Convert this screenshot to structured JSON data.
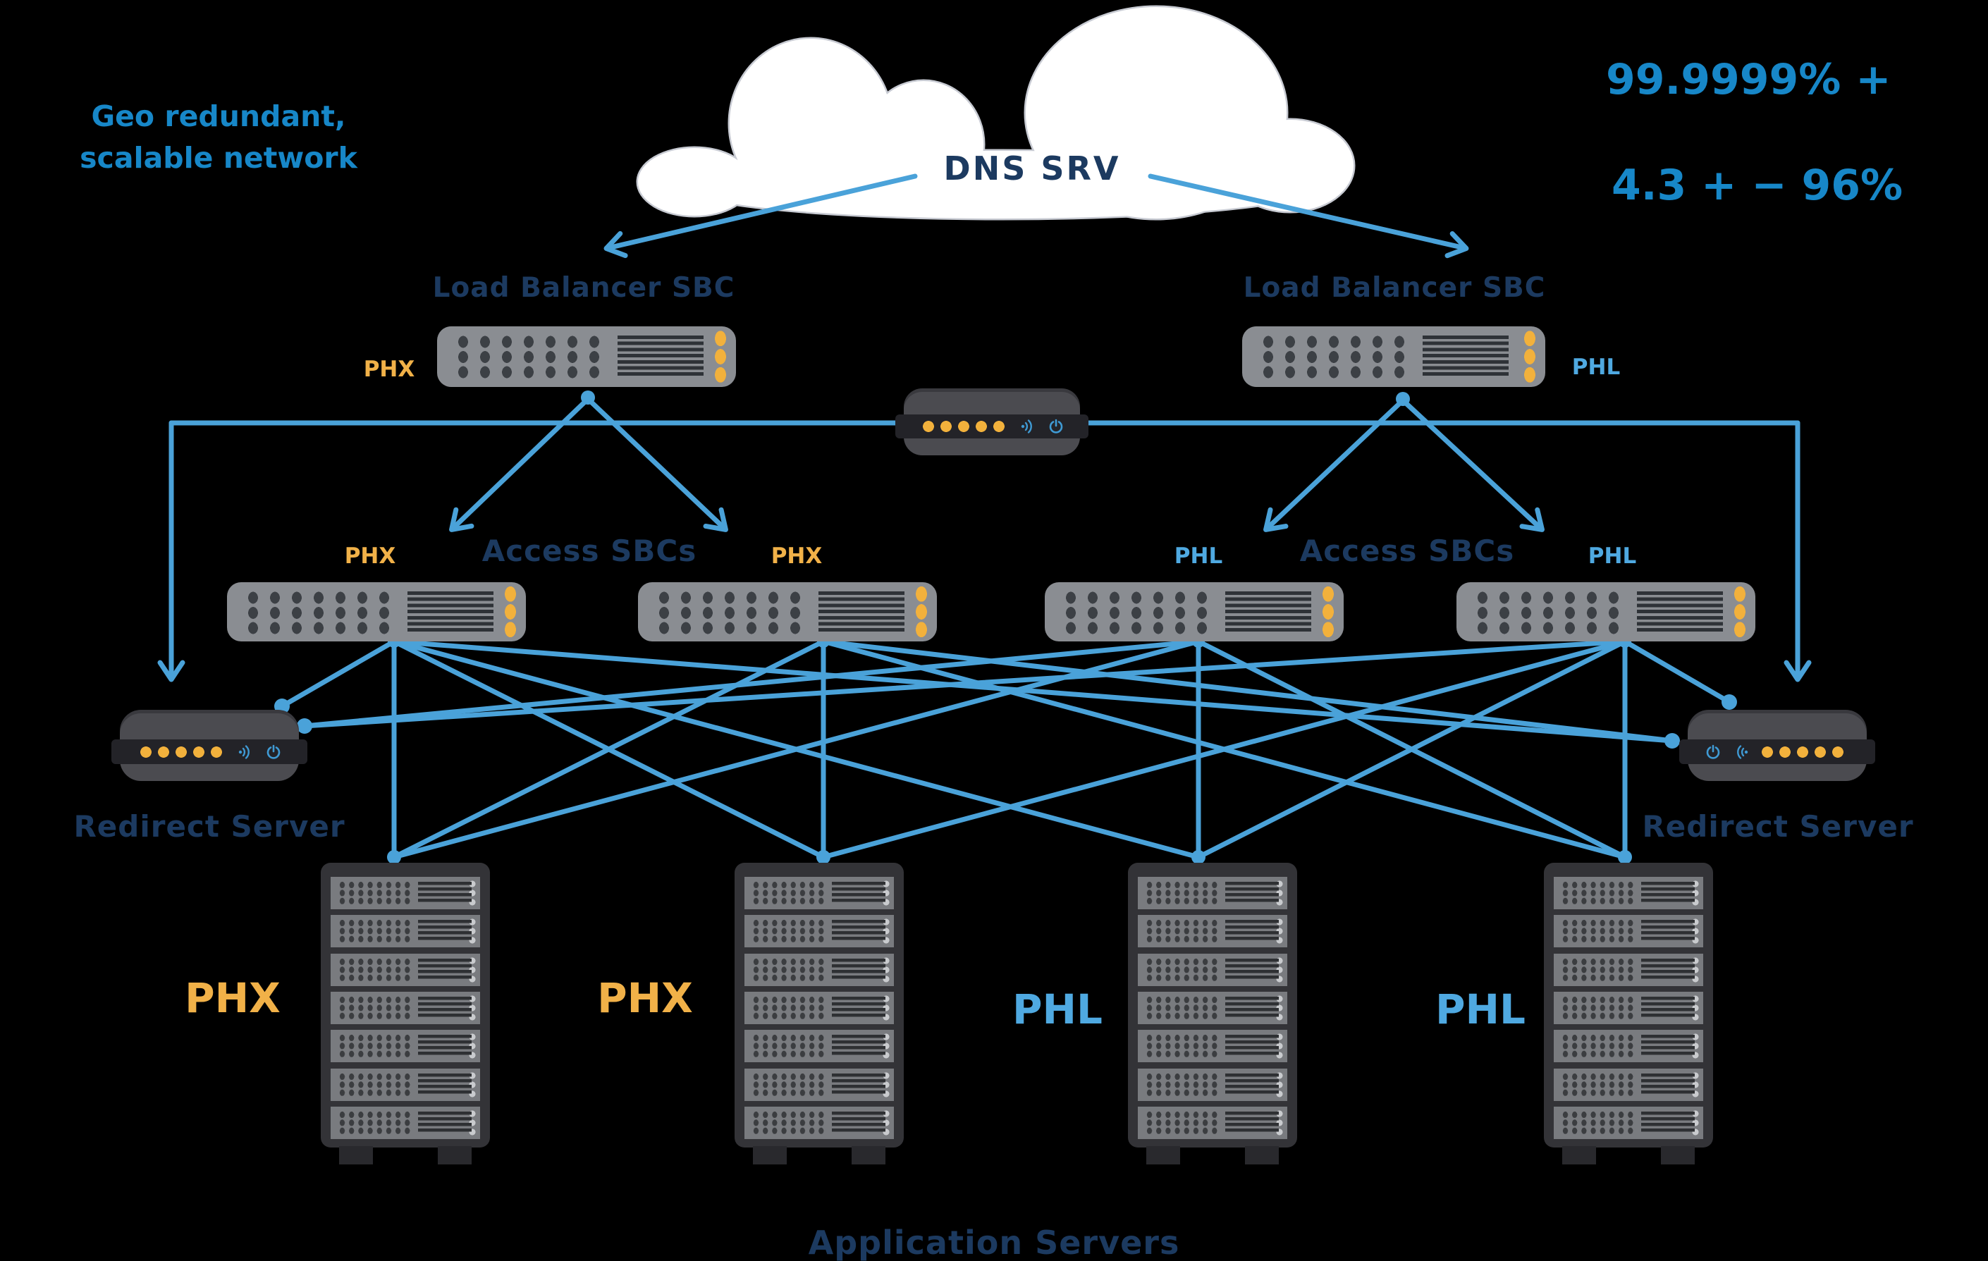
{
  "colors": {
    "background": "#000000",
    "line_blue": "#4AA2D9",
    "headline_blue": "#1787C8",
    "navy": "#1C3A60",
    "phx_orange": "#F1B148",
    "phl_blue": "#4FA9E1",
    "device_gray": "#8A8D92",
    "led_orange": "#F2B13C"
  },
  "tagline": {
    "line1": "Geo redundant,",
    "line2": "scalable network"
  },
  "cloud": {
    "label": "DNS SRV"
  },
  "stats": {
    "uptime": "99.9999% +",
    "mos": "4.3 + − 96%"
  },
  "load_balancers": {
    "left": {
      "title": "Load Balancer SBC",
      "site": "PHX"
    },
    "right": {
      "title": "Load Balancer SBC",
      "site": "PHL"
    }
  },
  "access": {
    "left_title": "Access SBCs",
    "right_title": "Access SBCs",
    "sbcs": [
      {
        "site": "PHX"
      },
      {
        "site": "PHX"
      },
      {
        "site": "PHL"
      },
      {
        "site": "PHL"
      }
    ]
  },
  "redirect": {
    "left_label": "Redirect Server",
    "right_label": "Redirect Server"
  },
  "racks": [
    {
      "site": "PHX"
    },
    {
      "site": "PHX"
    },
    {
      "site": "PHL"
    },
    {
      "site": "PHL"
    }
  ],
  "footer": {
    "label": "Application Servers"
  }
}
